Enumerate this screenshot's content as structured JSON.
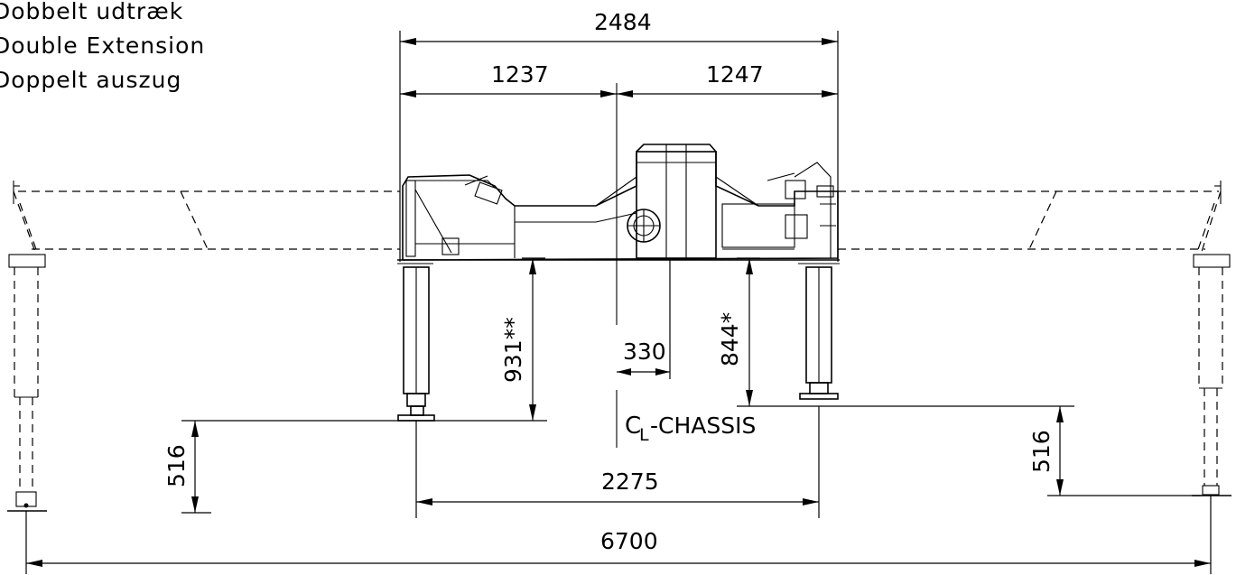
{
  "titles": {
    "danish": "Dobbelt udtræk",
    "english": "Double Extension",
    "german": "Doppelt auszug"
  },
  "dimensions": {
    "overall_width": "2484",
    "left_half": "1237",
    "right_half": "1247",
    "left_leg_height": "931**",
    "right_leg_height": "844*",
    "center_offset": "330",
    "inner_leg_span": "2275",
    "outer_leg_span": "6700",
    "left_outer_drop": "516",
    "right_outer_drop": "516"
  },
  "labels": {
    "centerline_symbol": "C",
    "centerline_subscript": "L",
    "centerline_text": "-CHASSIS"
  }
}
